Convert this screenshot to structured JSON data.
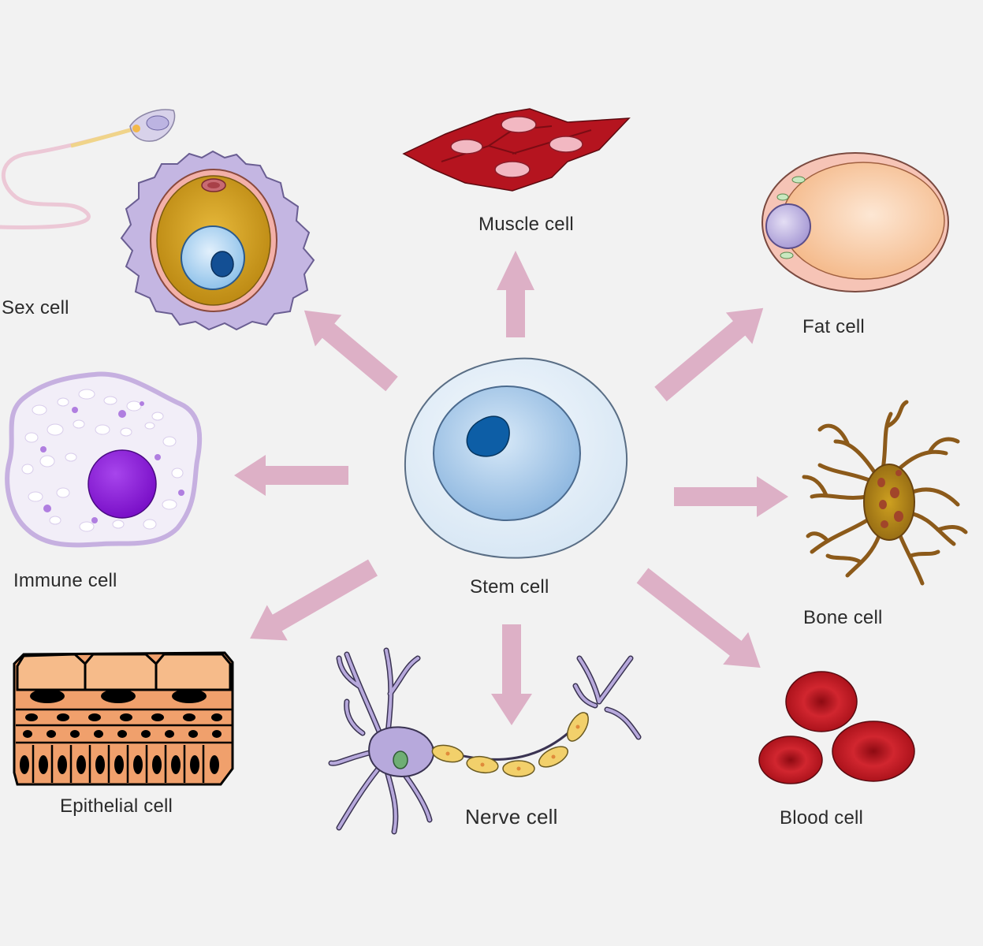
{
  "labels": {
    "stem": "Stem cell",
    "muscle": "Muscle cell",
    "fat": "Fat cell",
    "sex": "Sex cell",
    "immune": "Immune cell",
    "bone": "Bone cell",
    "epithelial": "Epithelial cell",
    "nerve": "Nerve cell",
    "blood": "Blood cell"
  },
  "colors": {
    "background": "#f2f2f2",
    "arrow": "#ddb0c6",
    "stem_outer": "#dce9f5",
    "stem_inner": "#a9c9e8",
    "stem_nucleus": "#0d5ea6",
    "muscle": "#b0141e",
    "fat": "#f7c79c",
    "egg": "#d2a016",
    "immune_nucleus": "#8a1fd6",
    "bone": "#8c5a1a",
    "epithelial": "#f0a06c",
    "nerve": "#b7a9dc",
    "myelin": "#f2d06b",
    "blood": "#b5121b"
  },
  "icons": [
    "stem-cell-icon",
    "muscle-cell-icon",
    "fat-cell-icon",
    "sperm-icon",
    "egg-cell-icon",
    "immune-cell-icon",
    "bone-cell-icon",
    "epithelial-cell-icon",
    "nerve-cell-icon",
    "blood-cell-icon",
    "arrow-icon"
  ]
}
